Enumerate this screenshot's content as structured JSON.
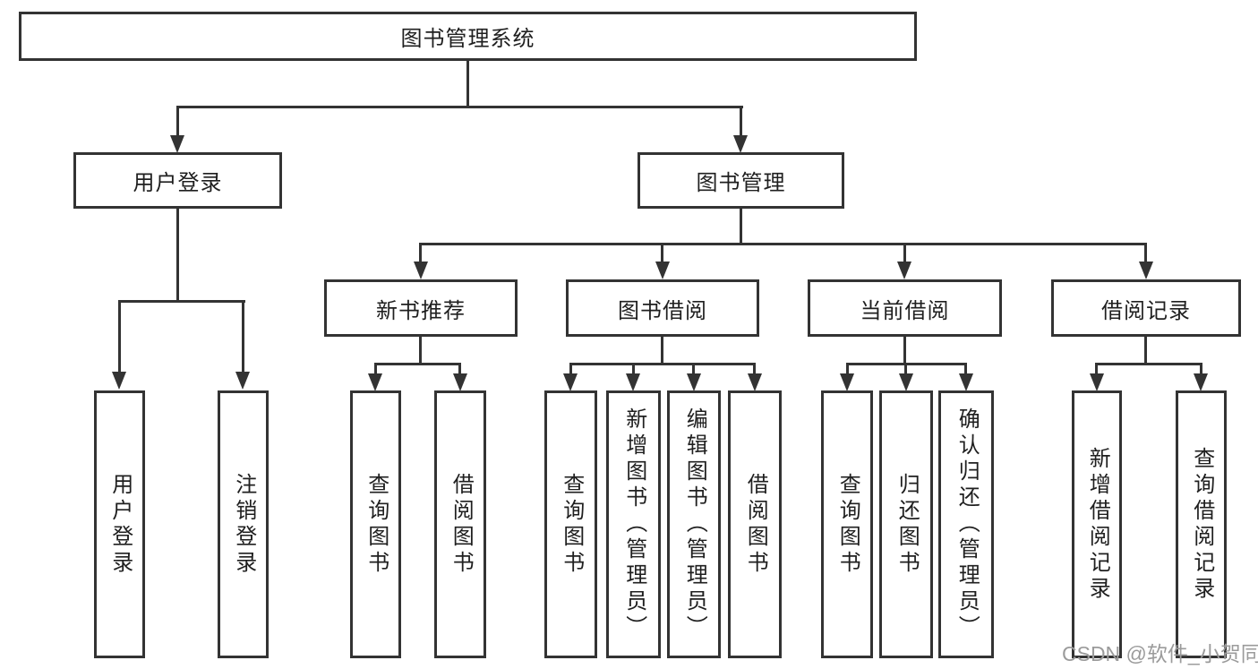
{
  "tree": {
    "root": {
      "label": "图书管理系统"
    },
    "level2": [
      {
        "label": "用户登录",
        "children": [
          {
            "label": "用户登录"
          },
          {
            "label": "注销登录"
          }
        ]
      },
      {
        "label": "图书管理",
        "children": [
          {
            "label": "新书推荐",
            "children": [
              {
                "label": "查询图书"
              },
              {
                "label": "借阅图书"
              }
            ]
          },
          {
            "label": "图书借阅",
            "children": [
              {
                "label": "查询图书"
              },
              {
                "label": "新增图书（管理员）"
              },
              {
                "label": "编辑图书（管理员）"
              },
              {
                "label": "借阅图书"
              }
            ]
          },
          {
            "label": "当前借阅",
            "children": [
              {
                "label": "查询图书"
              },
              {
                "label": "归还图书"
              },
              {
                "label": "确认归还（管理员）"
              }
            ]
          },
          {
            "label": "借阅记录",
            "children": [
              {
                "label": "新增借阅记录"
              },
              {
                "label": "查询借阅记录"
              }
            ]
          }
        ]
      }
    ]
  },
  "watermark": {
    "text": "CSDN @软件_小贺同学"
  },
  "colors": {
    "line": "#333333",
    "text": "#1f1f1f",
    "background": "#ffffff",
    "watermark": "#9b9b9b"
  }
}
